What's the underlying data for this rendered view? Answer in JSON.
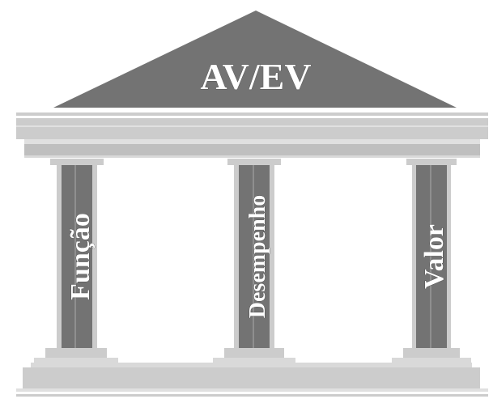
{
  "diagram": {
    "roof_title": "AV/EV",
    "pillars": [
      {
        "label": "Função"
      },
      {
        "label": "Desempenho"
      },
      {
        "label": "Valor"
      }
    ]
  },
  "colors": {
    "roof": "#737373",
    "column_dark": "#737373",
    "stone_light": "#cccccc",
    "stone_mid": "#bfbfbf"
  }
}
